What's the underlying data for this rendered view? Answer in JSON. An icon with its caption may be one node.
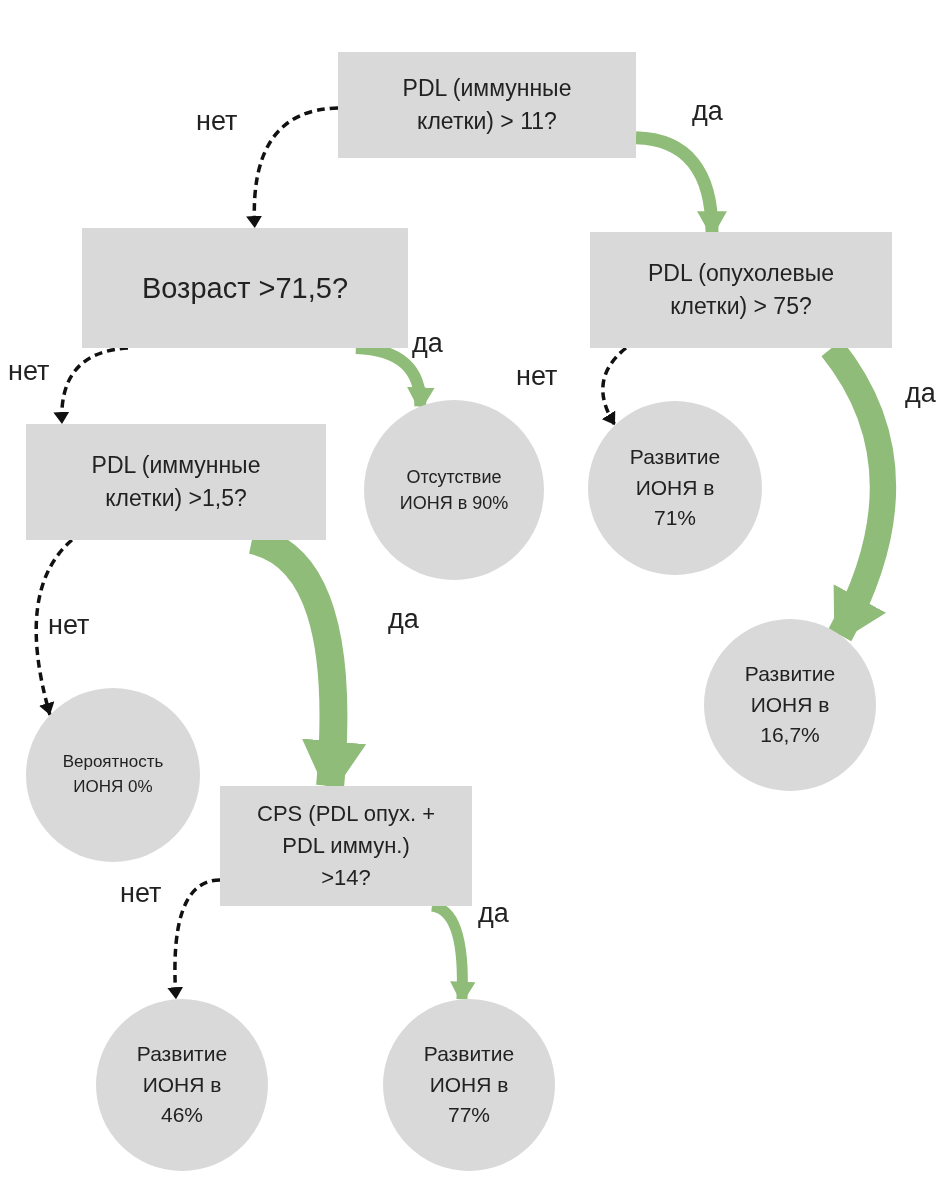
{
  "diagram": {
    "nodes": [
      {
        "text": [
          "PDL (иммунные клетки) > 11?"
        ]
      },
      {
        "text": [
          "Возраст >71,5?"
        ]
      },
      {
        "text": [
          "PDL (опухолевые клетки) > 75?"
        ]
      },
      {
        "text": [
          "PDL (иммунные клетки) >1,5?"
        ]
      },
      {
        "text": [
          "Отсутствие ИОНЯ в 90%"
        ]
      },
      {
        "text": [
          "Развитие ИОНЯ в 71%"
        ]
      },
      {
        "text": [
          "Вероятность ИОНЯ 0%"
        ]
      },
      {
        "text": [
          "CPS (PDL опух. + PDL иммун.) >14?"
        ]
      },
      {
        "text": [
          "Развитие ИОНЯ в 16,7%"
        ]
      },
      {
        "text": [
          "Развитие ИОНЯ в 46%"
        ]
      },
      {
        "text": [
          "Развитие ИОНЯ в 77%"
        ]
      }
    ],
    "edges": [
      {
        "from": 0,
        "to": 1,
        "arrow": "to",
        "label": "нет",
        "style": "dashed"
      },
      {
        "from": 0,
        "to": 2,
        "arrow": "to",
        "label": "да",
        "style": "thick",
        "color": "#8fbc78"
      },
      {
        "from": 1,
        "to": 3,
        "arrow": "to",
        "label": "нет",
        "style": "dashed"
      },
      {
        "from": 1,
        "to": 4,
        "arrow": "to",
        "label": "да",
        "style": "thick",
        "color": "#8fbc78"
      },
      {
        "from": 2,
        "to": 5,
        "arrow": "to",
        "label": "нет",
        "style": "dashed"
      },
      {
        "from": 2,
        "to": 8,
        "arrow": "to",
        "label": "да",
        "style": "thick",
        "color": "#8fbc78"
      },
      {
        "from": 3,
        "to": 6,
        "arrow": "to",
        "label": "нет",
        "style": "dashed"
      },
      {
        "from": 3,
        "to": 7,
        "arrow": "to",
        "label": "да",
        "style": "thick",
        "color": "#8fbc78"
      },
      {
        "from": 7,
        "to": 9,
        "arrow": "to",
        "label": "нет",
        "style": "dashed"
      },
      {
        "from": 7,
        "to": 10,
        "arrow": "to",
        "label": "да",
        "style": "thick",
        "color": "#8fbc78"
      }
    ]
  }
}
